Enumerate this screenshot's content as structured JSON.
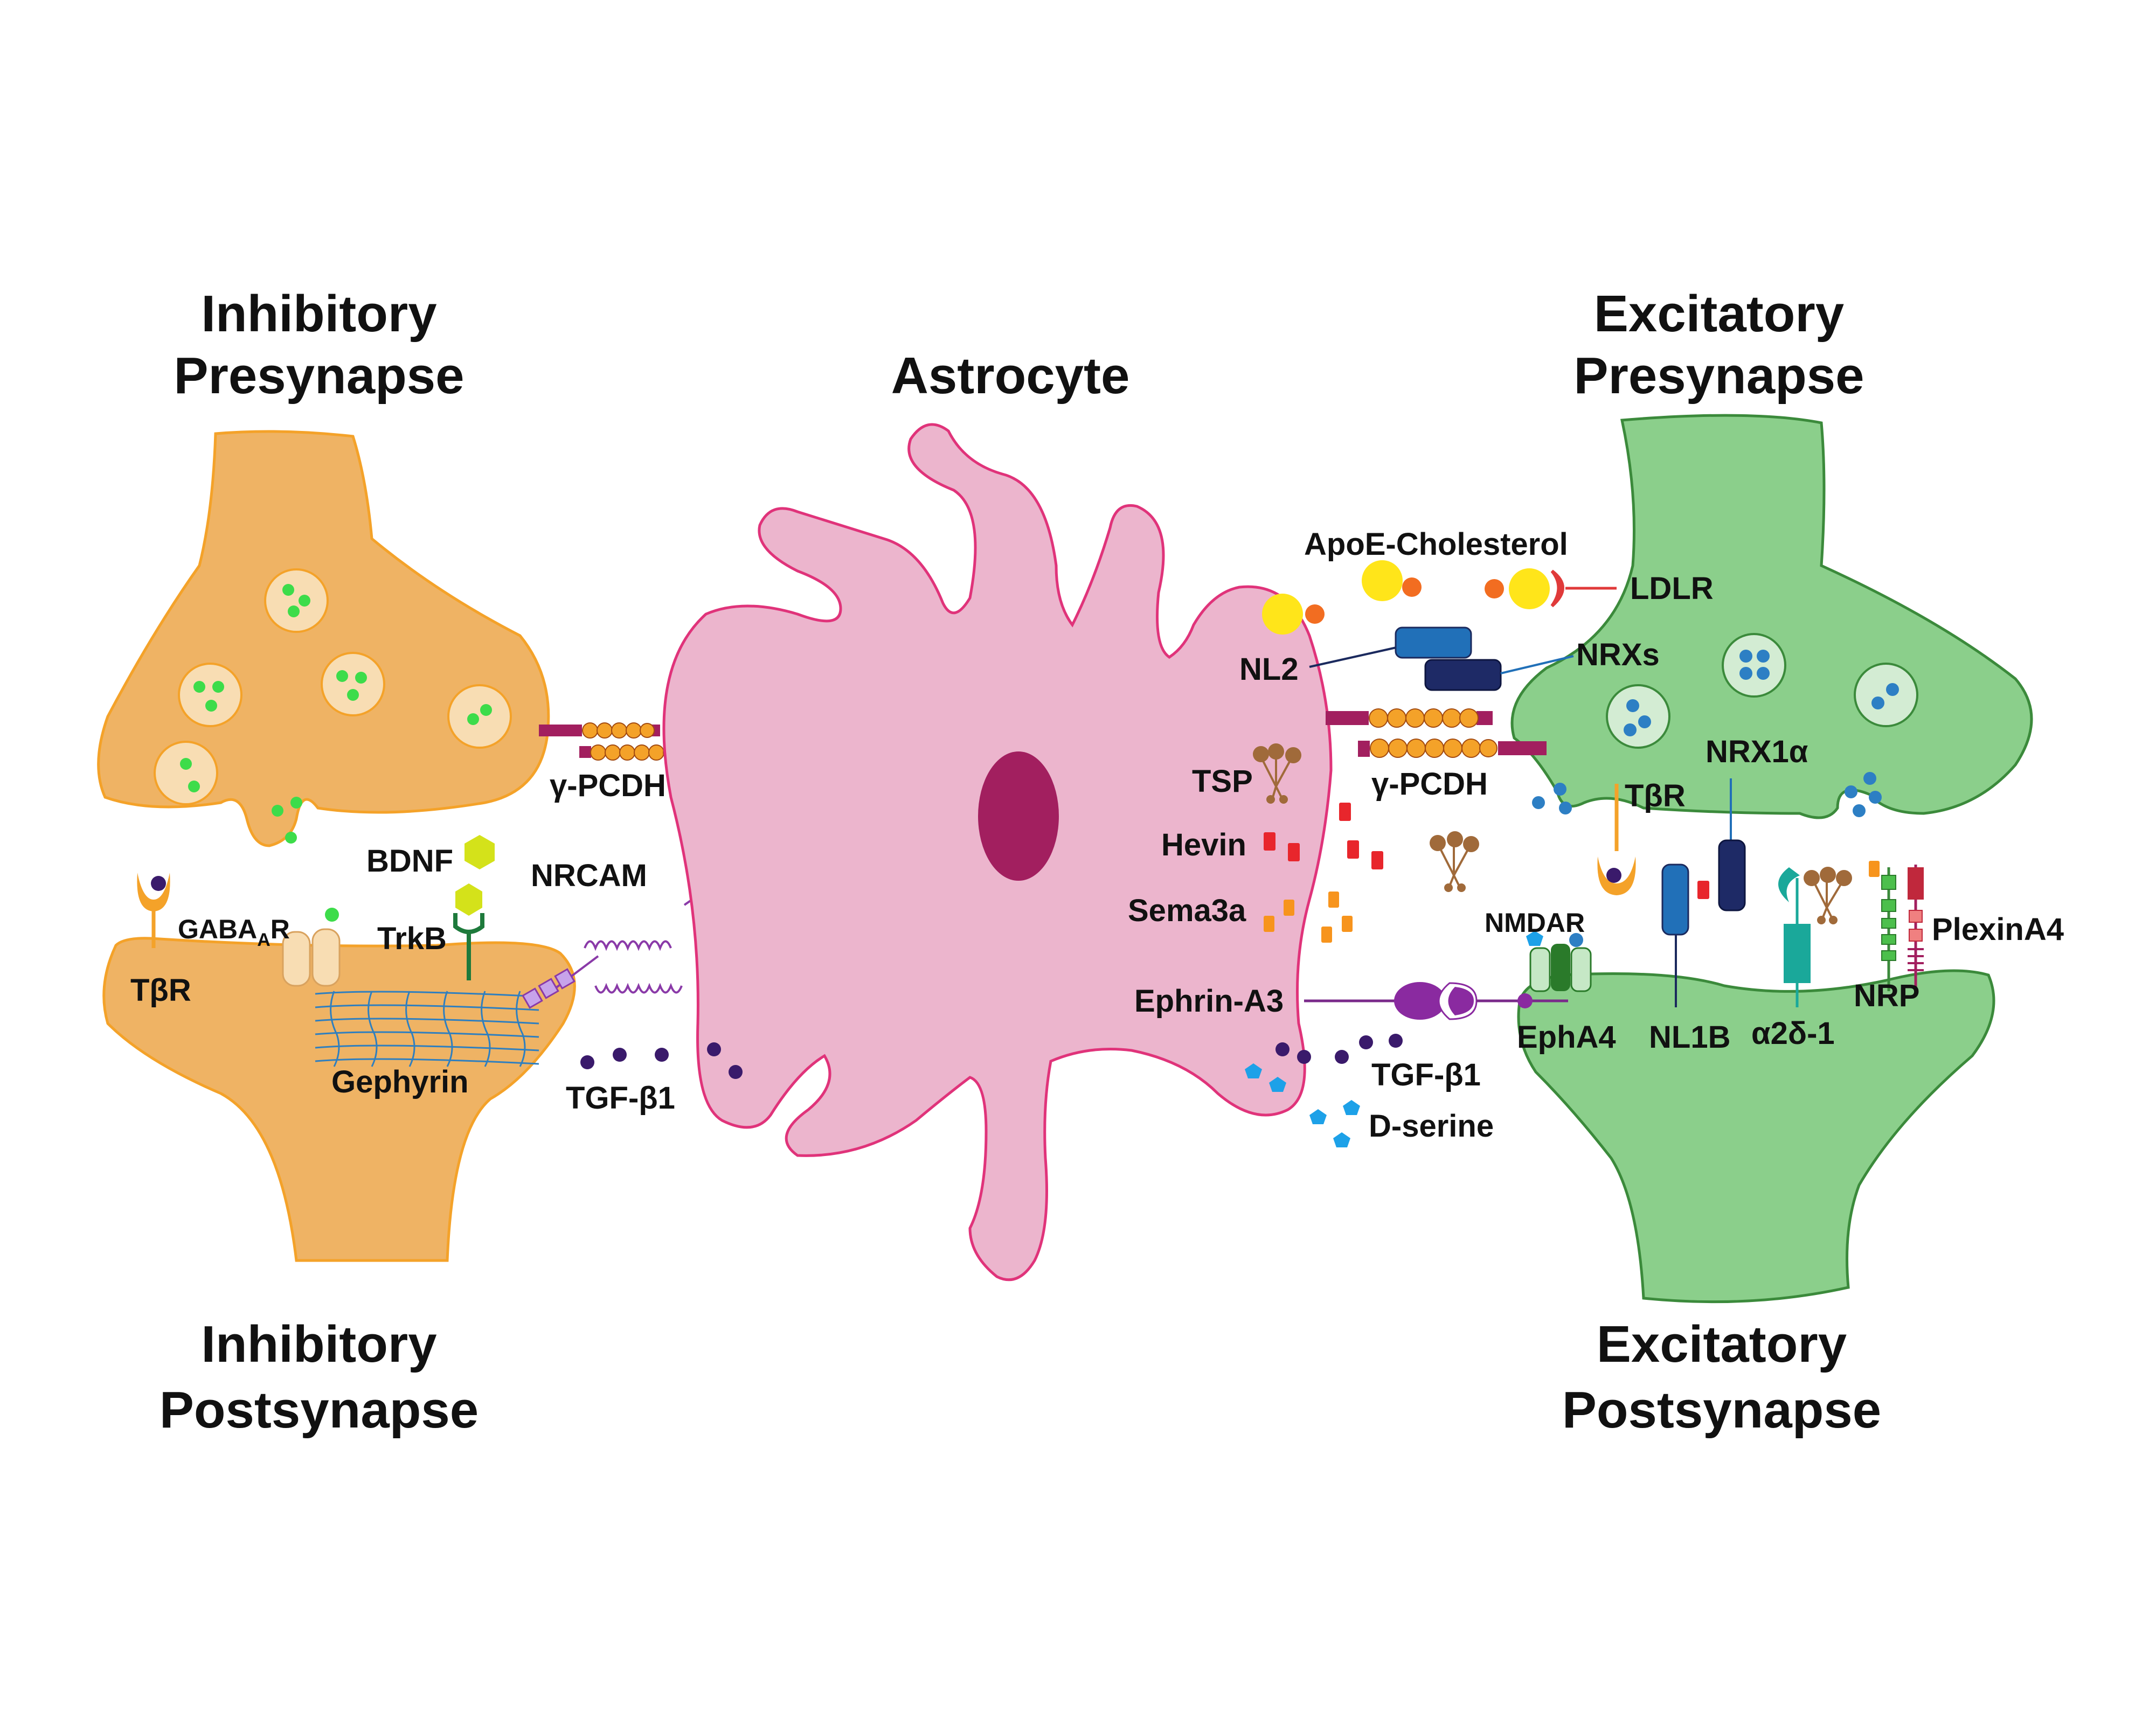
{
  "titles": {
    "inhibitory_pre_1": "Inhibitory",
    "inhibitory_pre_2": "Presynapse",
    "inhibitory_post_1": "Inhibitory",
    "inhibitory_post_2": "Postsynapse",
    "astrocyte": "Astrocyte",
    "excitatory_pre_1": "Excitatory",
    "excitatory_pre_2": "Presynapse",
    "excitatory_post_1": "Excitatory",
    "excitatory_post_2": "Postsynapse"
  },
  "labels": {
    "gpcdh_left": "γ-PCDH",
    "bdnf": "BDNF",
    "nrcam": "NRCAM",
    "tbr_left": "TβR",
    "gabaar_main": "GABA",
    "gabaar_sub": "A",
    "gabaar_end": "R",
    "trkb": "TrkB",
    "gephyrin": "Gephyrin",
    "tgfb1_left": "TGF-β1",
    "apoe": "ApoE-Cholesterol",
    "ldlr": "LDLR",
    "nl2": "NL2",
    "nrxs": "NRXs",
    "tsp": "TSP",
    "gpcdh_right": "γ-PCDH",
    "nrx1a": "NRX1α",
    "tbr_right": "TβR",
    "hevin": "Hevin",
    "sema3a": "Sema3a",
    "nmdar": "NMDAR",
    "plexina4": "PlexinA4",
    "ephrina3": "Ephrin-A3",
    "epha4": "EphA4",
    "nl1b": "NL1B",
    "a2d1": "α2δ-1",
    "nrp": "NRP",
    "tgfb1_right": "TGF-β1",
    "dserine": "D-serine"
  },
  "colors": {
    "inhibitory_fill": "#efb364",
    "inhibitory_stroke": "#f4a229",
    "astrocyte_fill": "#ecb5cd",
    "astrocyte_stroke": "#e0337a",
    "nucleus": "#a21f5f",
    "excitatory_fill": "#8bcf8b",
    "excitatory_stroke": "#3b8a3b"
  }
}
